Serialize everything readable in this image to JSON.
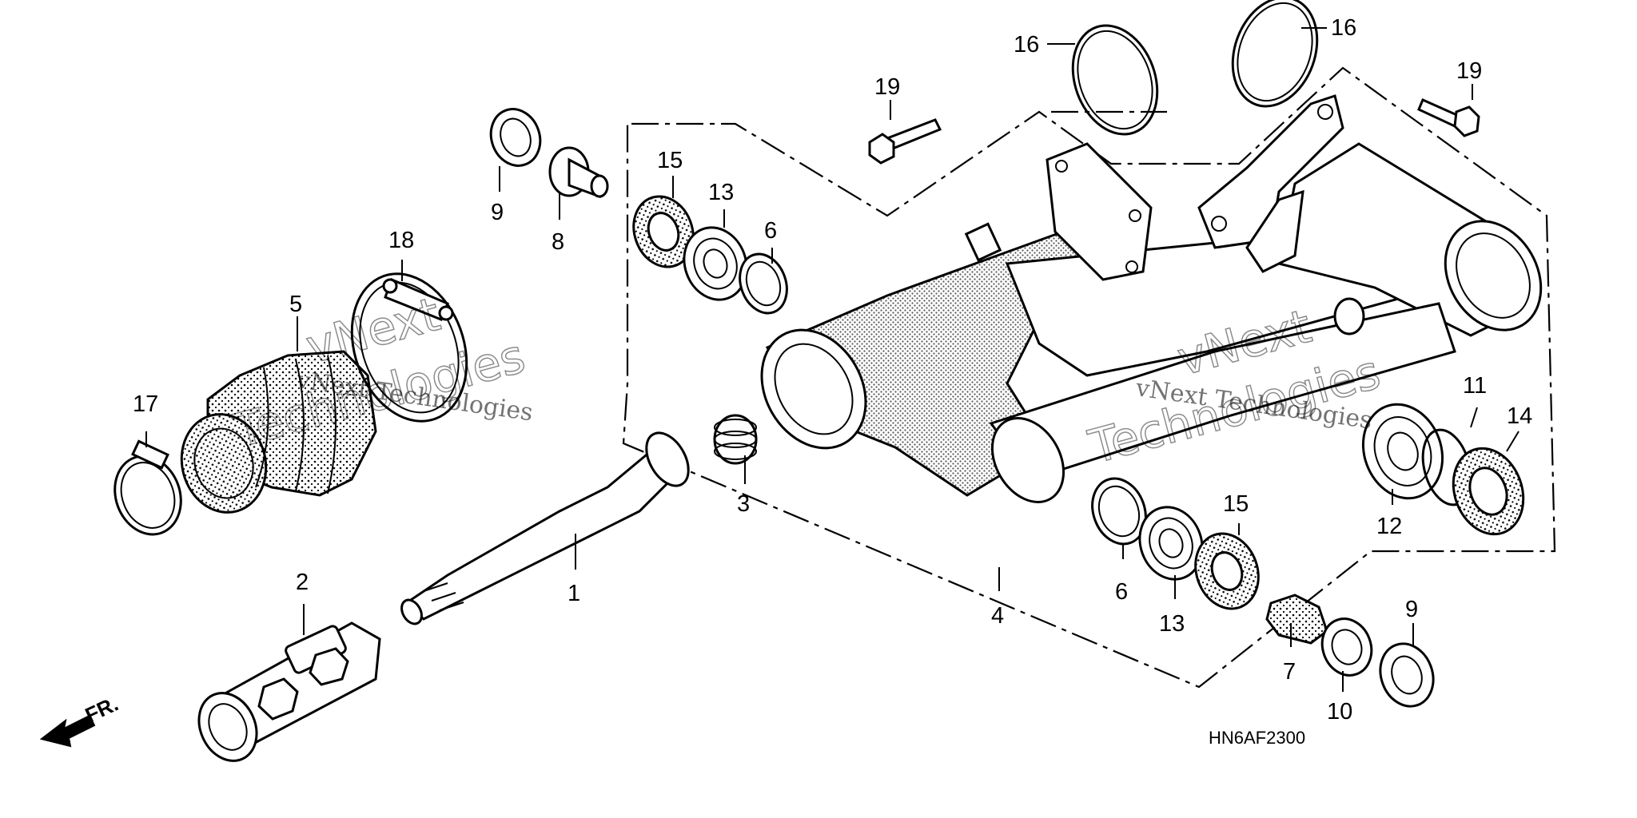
{
  "diagram": {
    "part_code": "HN6AF2300",
    "front_indicator": "FR.",
    "watermark_company": "vNext Technologies",
    "watermark_word_1": "vNext",
    "watermark_word_2": "Technologies"
  },
  "callouts": {
    "c1": "1",
    "c2": "2",
    "c3": "3",
    "c4": "4",
    "c5": "5",
    "c6a": "6",
    "c6b": "6",
    "c7": "7",
    "c8": "8",
    "c9a": "9",
    "c9b": "9",
    "c10": "10",
    "c11": "11",
    "c12": "12",
    "c13a": "13",
    "c13b": "13",
    "c14": "14",
    "c15a": "15",
    "c15b": "15",
    "c16a": "16",
    "c16b": "16",
    "c17": "17",
    "c18": "18",
    "c19a": "19",
    "c19b": "19"
  }
}
